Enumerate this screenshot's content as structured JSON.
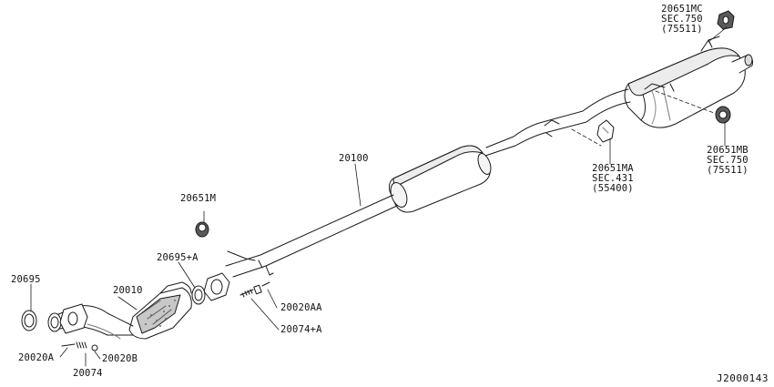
{
  "figure_ref": "J2000143",
  "parts": {
    "p20651MC": {
      "number": "20651MC",
      "sec": "SEC.750",
      "sub": "(75511)"
    },
    "p20651MB": {
      "number": "20651MB",
      "sec": "SEC.750",
      "sub": "(75511)"
    },
    "p20651MA": {
      "number": "20651MA",
      "sec": "SEC.431",
      "sub": "(55400)"
    },
    "p20100": {
      "number": "20100"
    },
    "p20651M": {
      "number": "20651M"
    },
    "p20695A": {
      "number": "20695+A"
    },
    "p20695": {
      "number": "20695"
    },
    "p20010": {
      "number": "20010"
    },
    "p20020AA": {
      "number": "20020AA"
    },
    "p20074A": {
      "number": "20074+A"
    },
    "p20020A": {
      "number": "20020A"
    },
    "p20020B": {
      "number": "20020B"
    },
    "p20074": {
      "number": "20074"
    }
  },
  "colors": {
    "line": "#1a1a1a",
    "fill": "#ffffff",
    "shade": "#9a9a9a",
    "dark": "#4a4a4a"
  }
}
